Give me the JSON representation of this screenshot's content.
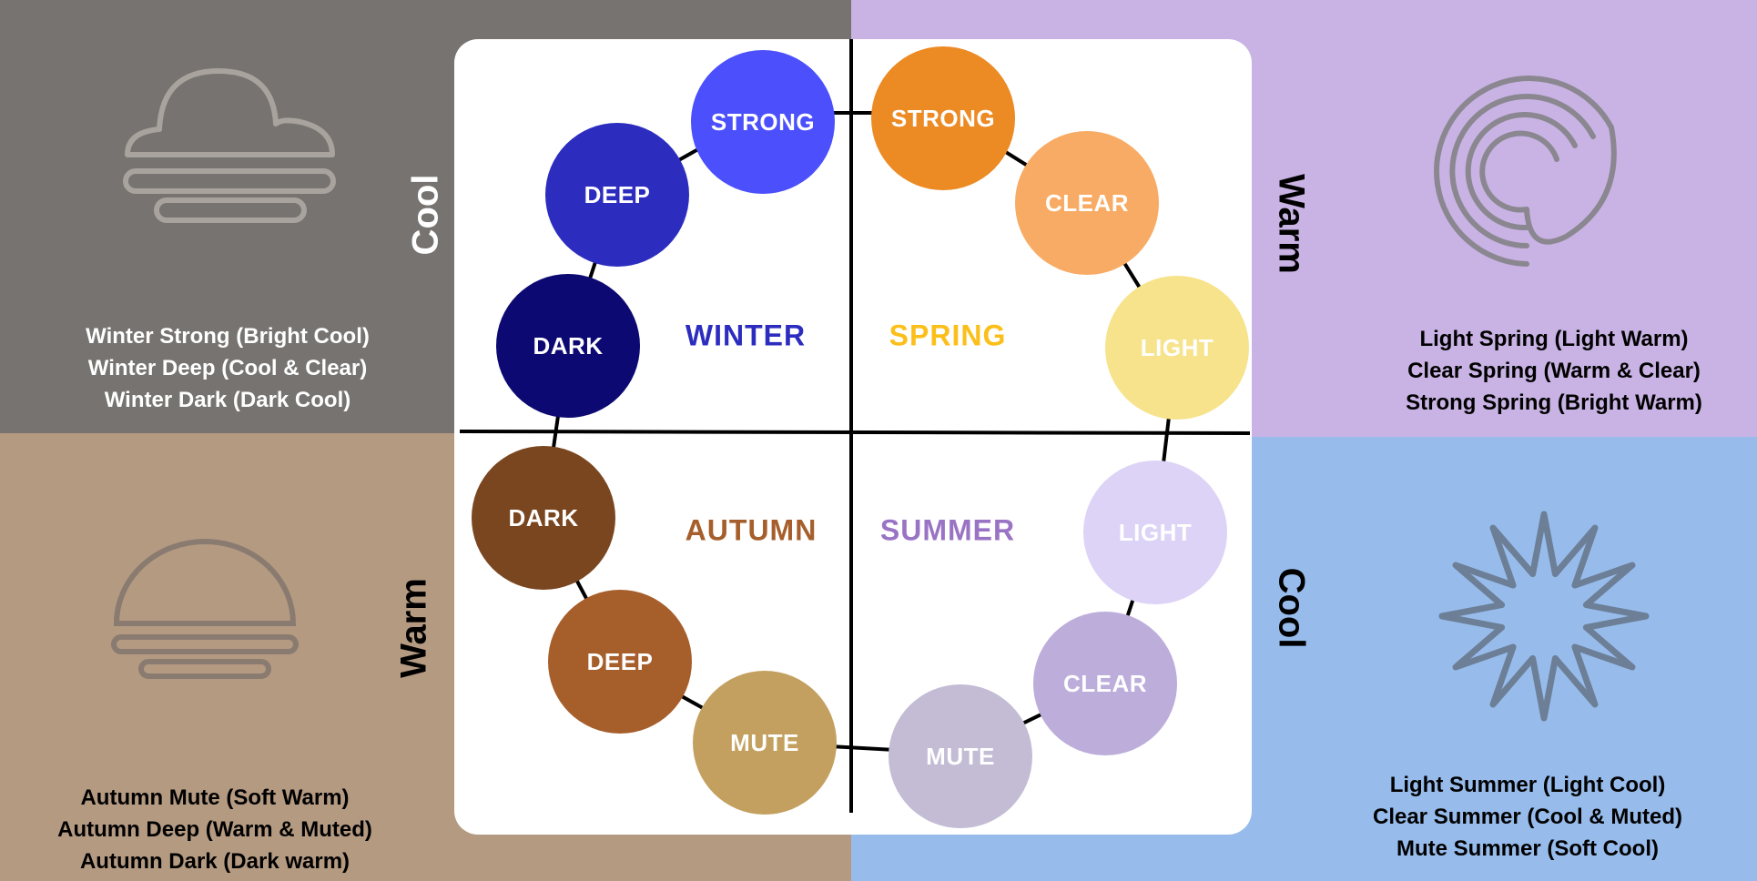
{
  "quadrants": {
    "winter": {
      "label": "WINTER",
      "label_color": "#2c2dbf",
      "bg_color": "#767370",
      "temperature": "Cool",
      "descriptions": [
        "Winter Strong (Bright Cool)",
        "Winter Deep (Cool & Clear)",
        "Winter Dark (Dark Cool)"
      ],
      "circles": [
        {
          "label": "STRONG",
          "color": "#4b4ffc"
        },
        {
          "label": "DEEP",
          "color": "#2c2dbf"
        },
        {
          "label": "DARK",
          "color": "#0c0a72"
        }
      ]
    },
    "spring": {
      "label": "SPRING",
      "label_color": "#fbbf1a",
      "bg_color": "#c9b3e4",
      "temperature": "Warm",
      "descriptions": [
        "Light Spring (Light Warm)",
        "Clear Spring (Warm & Clear)",
        "Strong Spring (Bright Warm)"
      ],
      "circles": [
        {
          "label": "STRONG",
          "color": "#ec8a24"
        },
        {
          "label": "CLEAR",
          "color": "#f8ab64"
        },
        {
          "label": "LIGHT",
          "color": "#f7e38c"
        }
      ]
    },
    "autumn": {
      "label": "AUTUMN",
      "label_color": "#a65e2b",
      "bg_color": "#b59a82",
      "temperature": "Warm",
      "descriptions": [
        "Autumn Mute (Soft Warm)",
        "Autumn Deep (Warm & Muted)",
        "Autumn Dark (Dark warm)"
      ],
      "circles": [
        {
          "label": "DARK",
          "color": "#7a4620"
        },
        {
          "label": "DEEP",
          "color": "#a65e2b"
        },
        {
          "label": "MUTE",
          "color": "#c3a05f"
        }
      ]
    },
    "summer": {
      "label": "SUMMER",
      "label_color": "#9a74c4",
      "bg_color": "#97bcec",
      "temperature": "Cool",
      "descriptions": [
        "Light Summer (Light Cool)",
        "Clear Summer (Cool & Muted)",
        "Mute Summer (Soft Cool)"
      ],
      "circles": [
        {
          "label": "LIGHT",
          "color": "#ddd3f6"
        },
        {
          "label": "CLEAR",
          "color": "#bdaddb"
        },
        {
          "label": "MUTE",
          "color": "#c3bcd4"
        }
      ]
    }
  }
}
